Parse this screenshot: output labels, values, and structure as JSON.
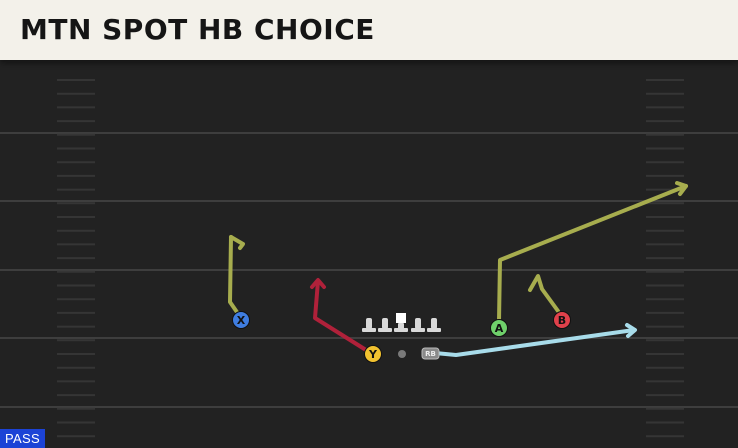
{
  "play": {
    "title": "MTN SPOT HB CHOICE",
    "type_badge": "PASS"
  },
  "players": {
    "x": {
      "label": "X",
      "color": "#3f7de0",
      "role": "receiver"
    },
    "y": {
      "label": "Y",
      "color": "#f2c230",
      "role": "receiver"
    },
    "a": {
      "label": "A",
      "color": "#6fd06b",
      "role": "receiver"
    },
    "b": {
      "label": "B",
      "color": "#e0414b",
      "role": "receiver"
    },
    "rb": {
      "label": "RB",
      "color": "#8a8a8a",
      "role": "running-back"
    }
  },
  "routes": {
    "x": {
      "color": "#a7ad4e"
    },
    "y": {
      "color": "#b0213a"
    },
    "a": {
      "color": "#a7ad4e"
    },
    "b": {
      "color": "#a7ad4e"
    },
    "rb": {
      "color": "#a8dcea"
    }
  },
  "field_colors": {
    "turf": "#222222",
    "yard_lines": "#3e3e3e",
    "hash_marks": "#353535",
    "linemen": "#d9d9d9",
    "qb_marker": "#7a7a7a"
  }
}
